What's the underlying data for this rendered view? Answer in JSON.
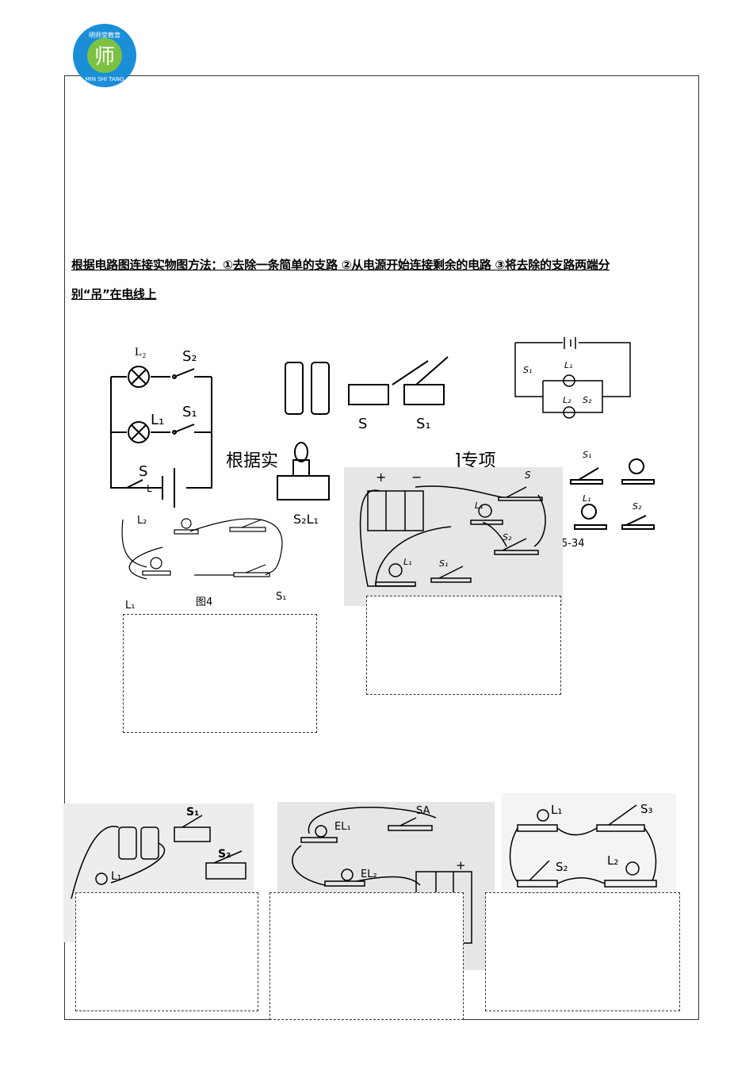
{
  "logo": {
    "text_top": "明师堂教育",
    "text_center": "师",
    "text_bottom": "MIN SHI TANG",
    "colors": {
      "ring": "#1a8fd8",
      "center": "#7cc242"
    }
  },
  "heading": {
    "line1": "根据电路图连接实物图方法：①去除一条简单的支路 ②从电源开始连接剩余的电路 ③将去除的支路两端分",
    "line2": "别“吊”在电线上"
  },
  "overlay_text": {
    "left": "根据实",
    "right": "]专项",
    "fig_number": "5-34"
  },
  "diagram1": {
    "labels": {
      "l2": "L₂",
      "s2": "S₂",
      "l1": "L₁",
      "s1": "S₁",
      "s": "S",
      "l": "L"
    }
  },
  "diagram2": {
    "labels": {
      "s": "S",
      "s1": "S₁",
      "s2l1": "S₂L₁"
    }
  },
  "diagram3": {
    "labels": {
      "s1": "S₁",
      "l1": "L₁",
      "l2": "L₂",
      "s2": "S₂"
    }
  },
  "diagram4": {
    "labels": {
      "l2": "L₂",
      "l1": "L₁",
      "s1": "S₁",
      "caption": "图4"
    }
  },
  "diagram5": {
    "labels": {
      "plus": "+",
      "minus": "−",
      "s": "S",
      "l1": "L₁",
      "s2": "S₂",
      "l_b": "L₁",
      "s1": "S₁"
    }
  },
  "diagram6": {
    "labels": {
      "l1": "L₁",
      "s1": "S₁",
      "s2": "S₂"
    }
  },
  "diagram7": {
    "labels": {
      "sa": "SA",
      "el1": "EL₁",
      "el2": "EL₂",
      "plus": "+"
    }
  },
  "diagram8": {
    "labels": {
      "l1": "L₁",
      "s3": "S₃",
      "s2": "S₂",
      "l2": "L₂"
    }
  }
}
